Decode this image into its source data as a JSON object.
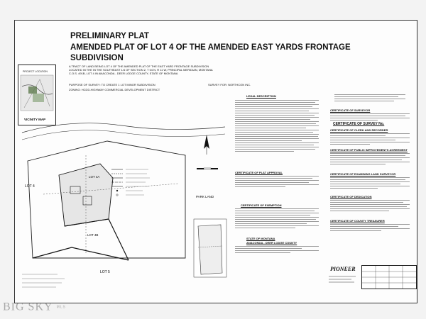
{
  "header": {
    "preliminary": "PRELIMINARY  PLAT",
    "title_line1": "AMENDED PLAT OF LOT 4 OF THE AMENDED EAST YARDS FRONTAGE",
    "title_line2": "SUBDIVISION",
    "description": [
      "A TRACT OF LAND BEING LOT 4 OF THE AMENDED PLAT OF THE EAST YARD FRONTAGE SUBDIVISION",
      "LOCATED IN THE  IN THE SOUTHEAST 1/4  OF  SECTION 2, T 04 N, R 11 W, PRINCIPAL MERIDIAN, MONTANA",
      "C.O.S. 491B, LOT 4 IN ANACONDA - DEER LODGE COUNTY, STATE OF MONTANA"
    ],
    "purpose": "PURPOSE OF SURVEY: TO CREATE 1 LOT MINOR SUBDIVISION",
    "zoning": "ZONING: HCDD-HIGHWAY COMMERCIAL DEVELOPMENT DISTRICT",
    "survey_for": "SURVEY FOR: NORTHCON INC."
  },
  "vicinity": {
    "label": "VICINITY MAP",
    "project_location": "PROJECT LOCATION"
  },
  "plan": {
    "lot_left": "LOT 4",
    "lot_mid": "LOT 4A",
    "lot_lower": "LOT 4B",
    "lot_bottom": "LOT 5",
    "lot_right": "PARK LAND"
  },
  "certificates": {
    "legal": "LEGAL DESCRIPTION",
    "plat_approval": "CERTIFICATE OF PLAT APPROVAL",
    "exemption": "CERTIFICATE OF EXEMPTION",
    "state": "STATE OF MONTANA",
    "county": "ANACONDA - DEER LODGE COUNTY",
    "surveyor": "CERTIFICATE OF SURVEYOR",
    "survey_no": "CERTIFICATE OF SURVEY No.",
    "clerk": "CERTIFICATE OF CLERK AND RECORDER",
    "public_improvements": "CERTIFICATE OF PUBLIC IMPROVEMENTS AGREEMENT",
    "examining_land_surveyor": "CERTIFICATE OF EXAMINING LAND SURVEYOR",
    "dedication": "CERTIFICATE OF DEDICATION",
    "treasurer": "CERTIFICATE OF COUNTY TREASURER"
  },
  "titleblock": {
    "firm": "PIONEER"
  },
  "watermark": {
    "brand": "BIG SKY",
    "suffix": "MLS"
  }
}
